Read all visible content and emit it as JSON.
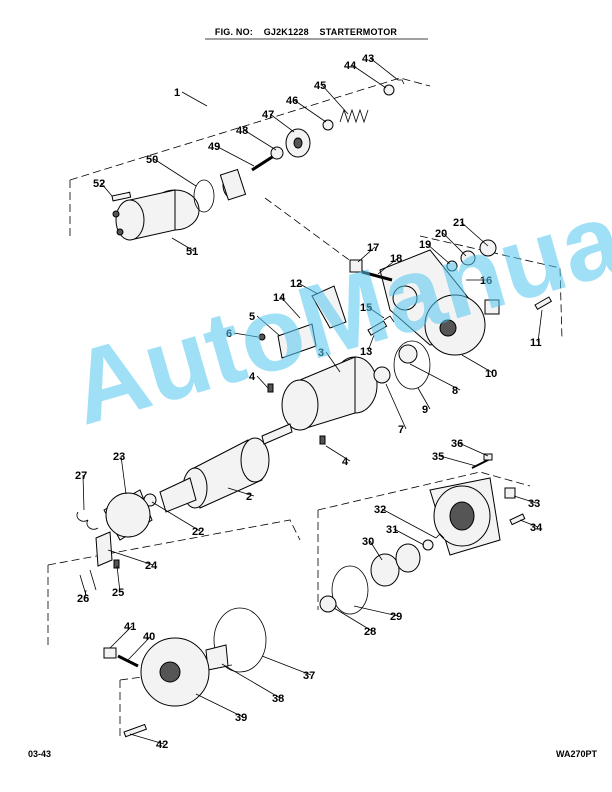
{
  "header": {
    "fig_label": "FIG. NO:",
    "fig_code": "GJ2K1228",
    "fig_title": "STARTERMOTOR"
  },
  "footer": {
    "page": "03-43",
    "model": "WA270PT"
  },
  "watermark": "AutoManual",
  "callouts": [
    "1",
    "2",
    "3",
    "4",
    "4",
    "5",
    "6",
    "7",
    "8",
    "9",
    "10",
    "11",
    "12",
    "13",
    "14",
    "15",
    "16",
    "17",
    "18",
    "19",
    "20",
    "21",
    "22",
    "23",
    "24",
    "25",
    "26",
    "27",
    "28",
    "29",
    "30",
    "31",
    "32",
    "33",
    "34",
    "35",
    "36",
    "37",
    "38",
    "39",
    "40",
    "41",
    "42",
    "43",
    "44",
    "45",
    "46",
    "47",
    "48",
    "49",
    "50",
    "51",
    "52"
  ]
}
